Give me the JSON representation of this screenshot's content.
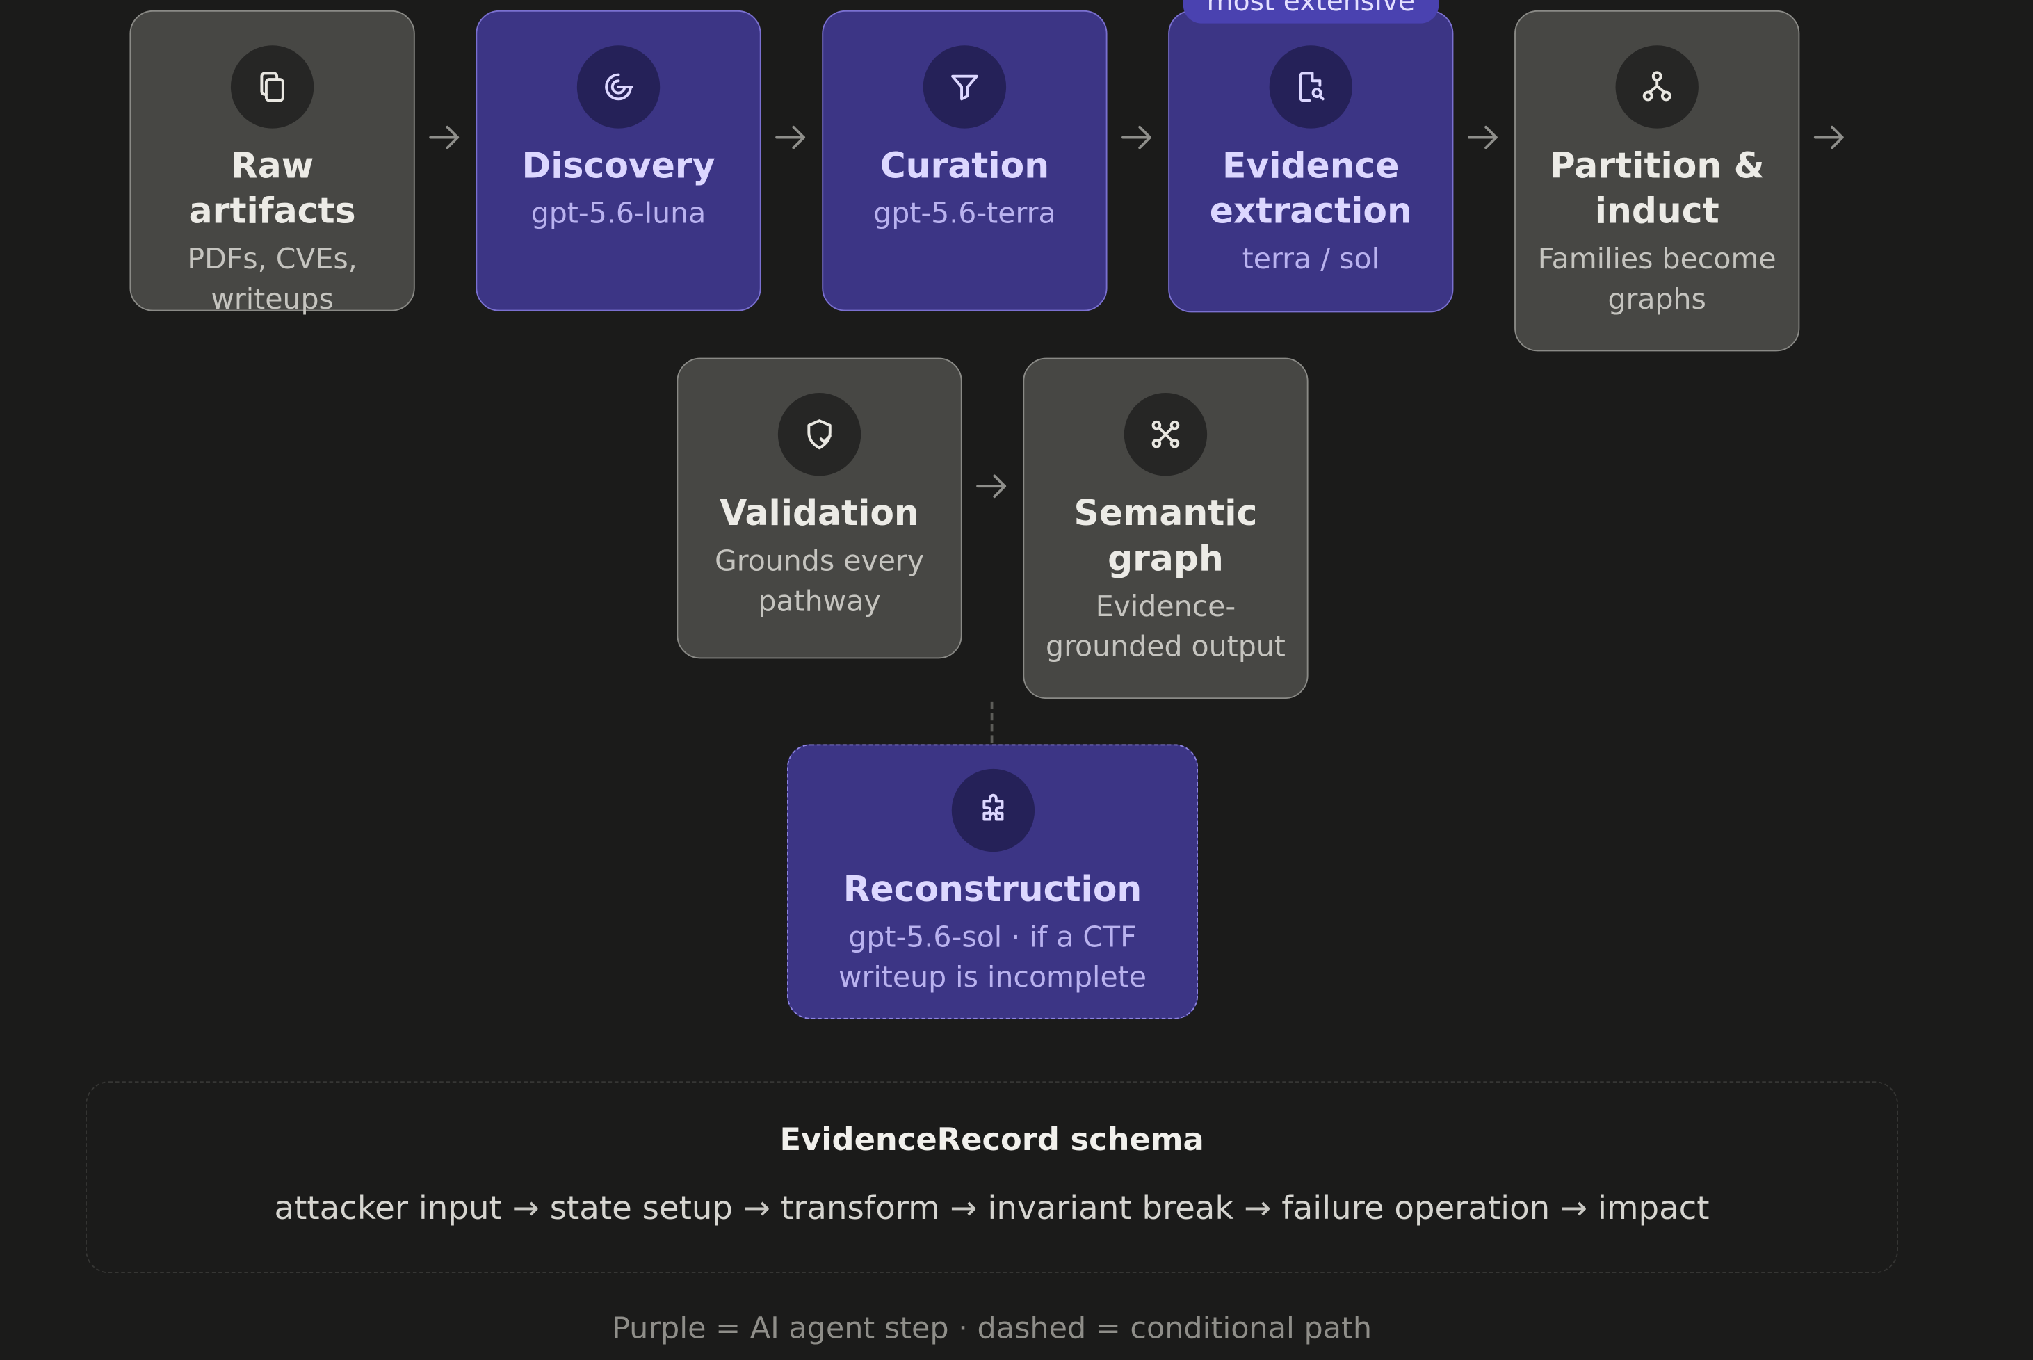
{
  "nodes": {
    "raw": {
      "title": "Raw artifacts",
      "sub": "PDFs, CVEs, writeups",
      "icon": "documents-icon"
    },
    "discovery": {
      "title": "Discovery",
      "sub": "gpt-5.6-luna",
      "icon": "radar-icon"
    },
    "curation": {
      "title": "Curation",
      "sub": "gpt-5.6-terra",
      "icon": "filter-icon"
    },
    "evidence": {
      "title": "Evidence extraction",
      "sub": "terra / sol",
      "badge": "most extensive",
      "icon": "document-search-icon"
    },
    "partition": {
      "title": "Partition & induct",
      "sub": "Families become graphs",
      "icon": "hierarchy-icon"
    },
    "validation": {
      "title": "Validation",
      "sub": "Grounds every pathway",
      "icon": "shield-check-icon"
    },
    "semantic": {
      "title": "Semantic graph",
      "sub": "Evidence-grounded output",
      "icon": "graph-nodes-icon"
    },
    "reconstruction": {
      "title": "Reconstruction",
      "sub": "gpt-5.6-sol · if a CTF writeup is incomplete",
      "icon": "puzzle-icon"
    }
  },
  "schema": {
    "title": "EvidenceRecord schema",
    "steps": [
      "attacker input",
      "state setup",
      "transform",
      "invariant break",
      "failure operation",
      "impact"
    ],
    "separator": "→"
  },
  "legend": "Purple = AI agent step · dashed = conditional path",
  "colors": {
    "background": "#1b1b1a",
    "gray_node": "#474744",
    "ai_node": "#3c3585",
    "badge": "#4a42b0"
  }
}
